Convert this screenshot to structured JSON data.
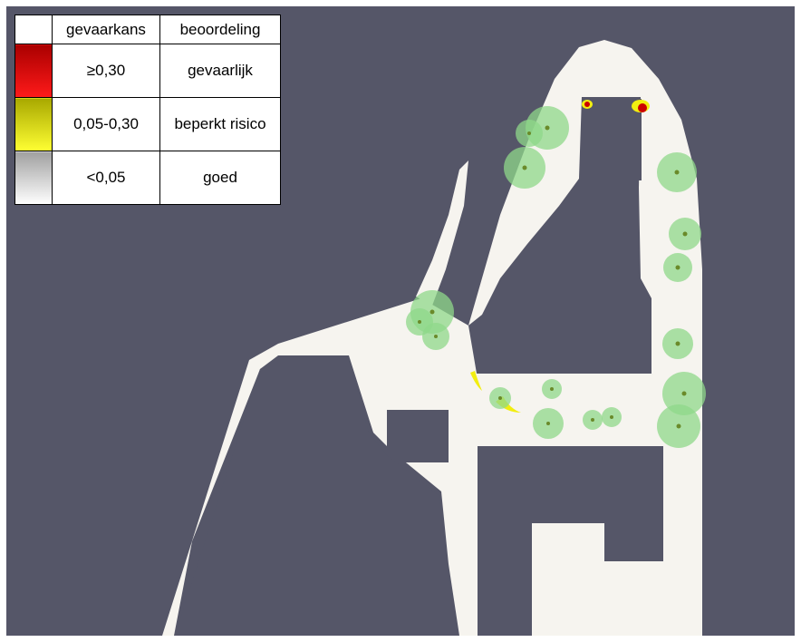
{
  "legend": {
    "headers": {
      "swatch": "",
      "probability": "gevaarkans",
      "rating": "beoordeling"
    },
    "rows": [
      {
        "range": "≥0,30",
        "rating": "gevaarlijk",
        "colors": [
          "#aa0000",
          "#ff1a1a"
        ]
      },
      {
        "range": "0,05-0,30",
        "rating": "beperkt risico",
        "colors": [
          "#a8a800",
          "#ffff33"
        ]
      },
      {
        "range": "<0,05",
        "rating": "goed",
        "colors": [
          "#a0a0a0",
          "#ffffff"
        ]
      }
    ]
  },
  "colors": {
    "background": "#555668",
    "ground": "#f6f4ef",
    "tree_canopy": "#8fd88a",
    "tree_trunk": "#6a8a2a",
    "hazard": "#cc0000",
    "caution": "#f2ee10"
  }
}
